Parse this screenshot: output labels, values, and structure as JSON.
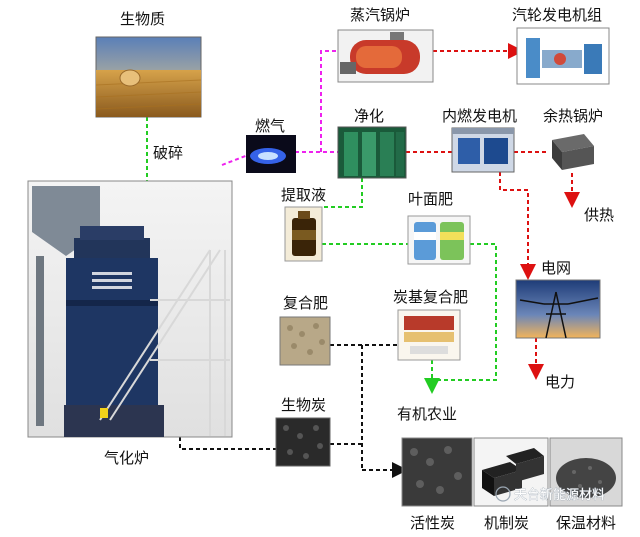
{
  "labels": {
    "biomass": "生物质",
    "crush": "破碎",
    "gasifier": "气化炉",
    "gas": "燃气",
    "purify": "净化",
    "steam_boiler": "蒸汽锅炉",
    "steam_turbine": "汽轮发电机组",
    "ic_generator": "内燃发电机",
    "waste_heat_boiler": "余热锅炉",
    "heat_supply": "供热",
    "grid": "电网",
    "power": "电力",
    "extract_liquid": "提取液",
    "foliar_fertilizer": "叶面肥",
    "compound_fertilizer": "复合肥",
    "carbon_compound_fertilizer": "炭基复合肥",
    "biochar": "生物炭",
    "organic_agriculture": "有机农业",
    "activated_carbon": "活性炭",
    "machine_charcoal": "机制炭",
    "insulation_material": "保温材料"
  },
  "watermark": "天台新能源材料",
  "line_colors": {
    "green": "#22cc22",
    "magenta": "#ee22ee",
    "red": "#dd1111",
    "black": "#111111"
  }
}
